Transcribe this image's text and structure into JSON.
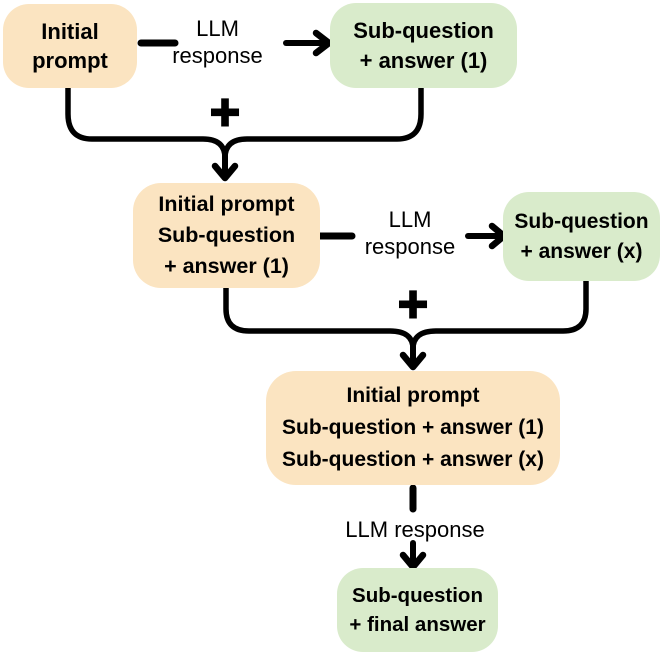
{
  "colors": {
    "box-orange": "#FBE4C1",
    "box-green": "#D9EBCB",
    "line": "#000000",
    "text": "#000000",
    "background": "#FFFFFF"
  },
  "nodes": {
    "initial_prompt": {
      "lines": [
        "Initial",
        "prompt"
      ]
    },
    "sub_answer_1": {
      "lines": [
        "Sub-question",
        "+ answer (1)"
      ]
    },
    "context_2": {
      "lines": [
        "Initial prompt",
        "Sub-question",
        "+ answer (1)"
      ]
    },
    "sub_answer_x": {
      "lines": [
        "Sub-question",
        "+ answer (x)"
      ]
    },
    "context_3": {
      "lines": [
        "Initial prompt",
        "Sub-question + answer (1)",
        "Sub-question + answer (x)"
      ]
    },
    "final_answer": {
      "lines": [
        "Sub-question",
        "+ final answer"
      ]
    }
  },
  "labels": {
    "llm_response_1": {
      "lines": [
        "LLM",
        "response"
      ]
    },
    "llm_response_2": {
      "lines": [
        "LLM",
        "response"
      ]
    },
    "llm_response_3": {
      "lines": [
        "LLM response"
      ]
    }
  },
  "operators": {
    "plus_1": "+",
    "plus_2": "+"
  }
}
